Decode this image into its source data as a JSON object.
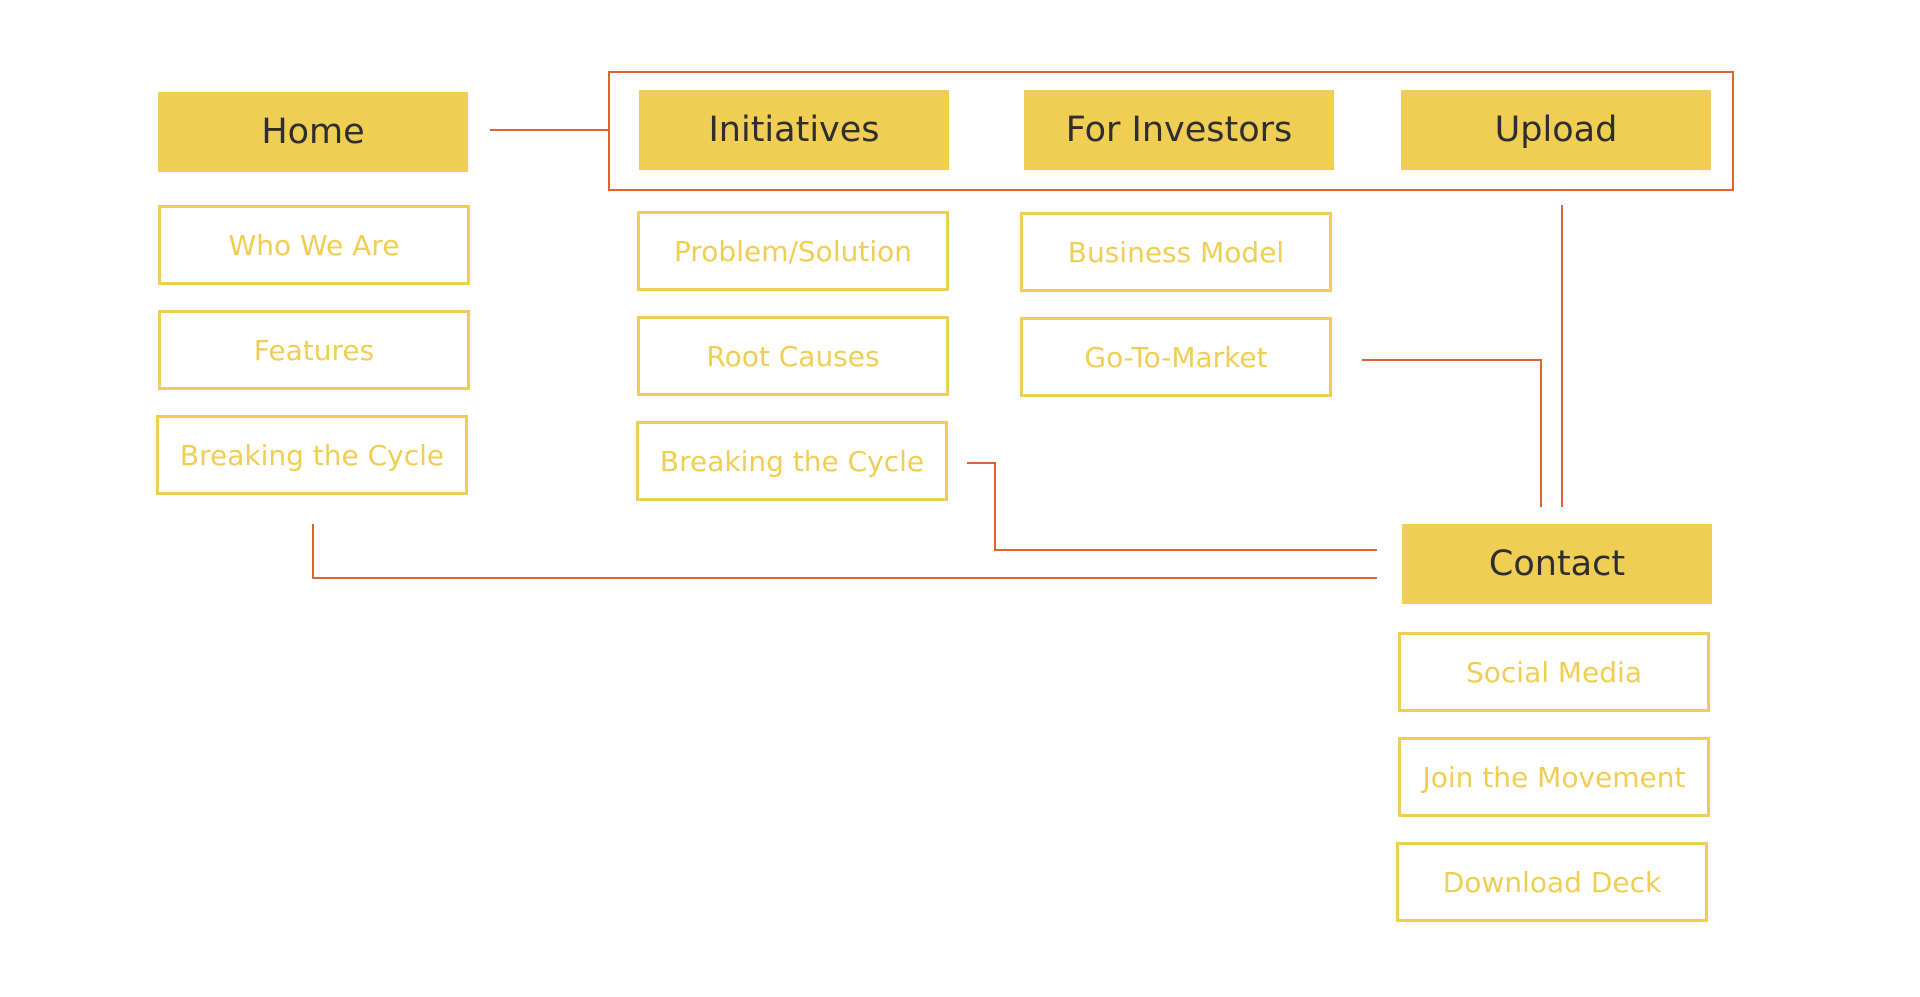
{
  "colors": {
    "primary_fill": "#f0ce54",
    "secondary_text": "#f0ce54",
    "secondary_border": "#f0ce54",
    "primary_text": "#2e2e2e",
    "connector": "#e0632f"
  },
  "nodes": {
    "home": "Home",
    "initiatives": "Initiatives",
    "for_investors": "For Investors",
    "upload": "Upload",
    "contact": "Contact"
  },
  "home_children": [
    "Who We Are",
    "Features",
    "Breaking the Cycle"
  ],
  "initiatives_children": [
    "Problem/Solution",
    "Root Causes",
    "Breaking the Cycle"
  ],
  "investors_children": [
    "Business Model",
    "Go-To-Market"
  ],
  "contact_children": [
    "Social Media",
    "Join the Movement",
    "Download Deck"
  ]
}
